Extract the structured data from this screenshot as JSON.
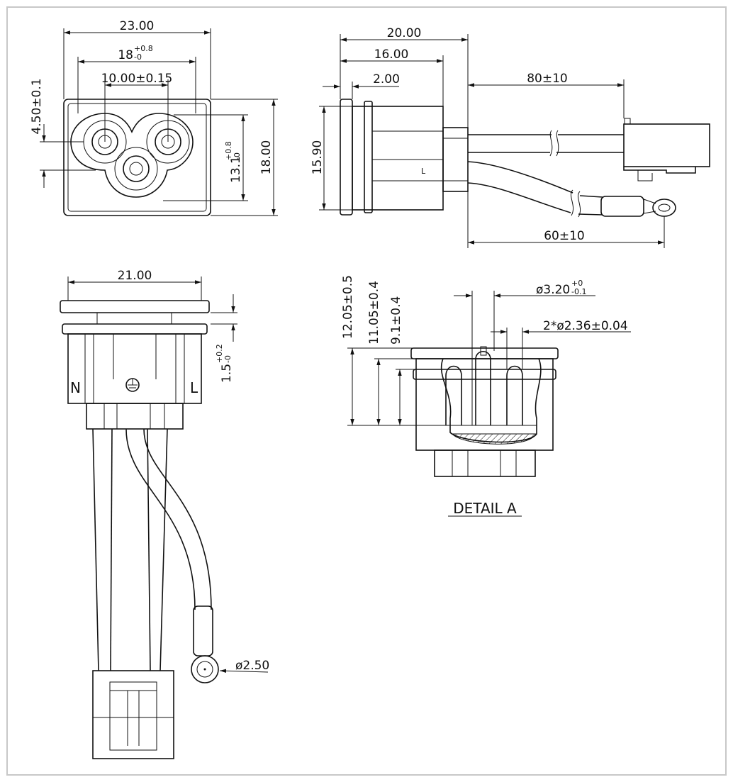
{
  "drawing": {
    "front_view": {
      "width_total": "23.00",
      "pin_span_main": "18",
      "pin_span_tol_upper": "+0.8",
      "pin_span_tol_lower": "-0",
      "pin_spacing": "10.00±0.15",
      "earth_offset": "4.50±0.1",
      "height_inner_main": "13.1",
      "height_inner_tol_upper": "+0.8",
      "height_inner_tol_lower": "-0",
      "height_total": "18.00"
    },
    "side_view": {
      "depth_total": "20.00",
      "depth_body": "16.00",
      "flange": "2.00",
      "height": "15.90",
      "cable_length_upper": "80±10",
      "cable_length_lower": "60±10",
      "pin_label": "L"
    },
    "bottom_view": {
      "width": "21.00",
      "flange_main": "1.5",
      "flange_tol_upper": "+0.2",
      "flange_tol_lower": "-0",
      "label_neutral": "N",
      "label_line": "L",
      "ring_terminal": "ø2.50"
    },
    "detail_a": {
      "dim_a": "12.05±0.5",
      "dim_b": "11.05±0.4",
      "dim_c": "9.1±0.4",
      "hole_main": "ø3.20",
      "hole_tol_upper": "+0",
      "hole_tol_lower": "-0.1",
      "pin_dia": "2*ø2.36±0.04",
      "caption": "DETAIL A"
    }
  }
}
